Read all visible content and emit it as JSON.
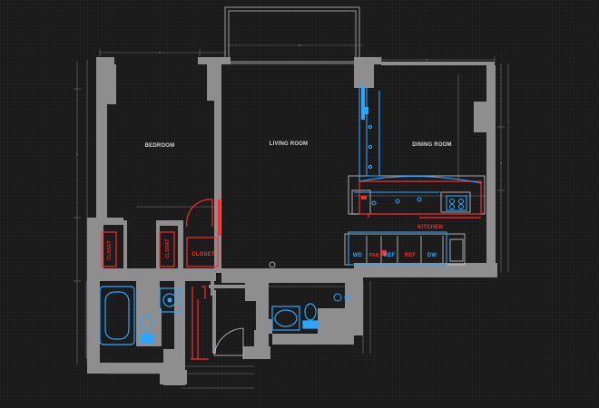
{
  "plan": {
    "rooms": {
      "bedroom": "BEDROOM",
      "living_room": "LIVING ROOM",
      "dining_room": "DINING ROOM",
      "kitchen": "KITCHEN",
      "closet": "CLOSET"
    },
    "closets": {
      "left_closet": "CLOSET",
      "small_closet": "CLOSET"
    },
    "appliances": {
      "washer_dryer": "WD",
      "pantry": "PAN",
      "refrigerator_1": "REF",
      "refrigerator_2": "REF",
      "dishwasher": "DW"
    }
  },
  "colors": {
    "background": "#1b1b1b",
    "wall": "#8e8e8e",
    "line": "#cfcfcf",
    "accent_red": "#ff2a2a",
    "accent_blue": "#2aa7ff"
  }
}
